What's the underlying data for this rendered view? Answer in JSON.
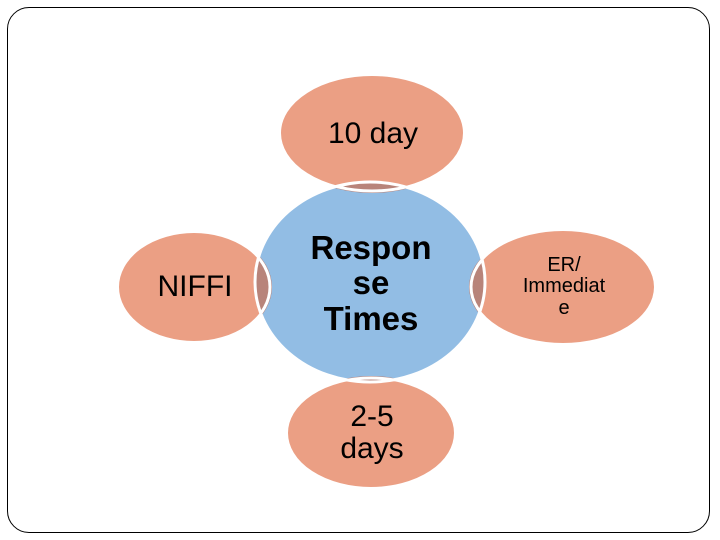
{
  "slide": {
    "frame": {
      "visible": true,
      "border_color": "#000000",
      "background": "#ffffff"
    }
  },
  "diagram": {
    "type": "radial-venn",
    "center": {
      "id": "center-node",
      "label": "Respon\nse\nTimes",
      "text_plain": "Response Times",
      "shape": "circle",
      "fill": "#92bde4",
      "outline": "#ffffff",
      "text_color": "#000000"
    },
    "satellites": [
      {
        "id": "top-node",
        "position": "top",
        "label": "10 day",
        "shape": "ellipse",
        "fill": "#eb9f84",
        "outline": "#ffffff",
        "text_color": "#000000"
      },
      {
        "id": "left-node",
        "position": "left",
        "label": "NIFFI",
        "shape": "ellipse",
        "fill": "#eb9f84",
        "outline": "#ffffff",
        "text_color": "#000000"
      },
      {
        "id": "right-node",
        "position": "right",
        "label": "ER/\nImmediat\ne",
        "text_plain": "ER/ Immediate",
        "shape": "ellipse",
        "fill": "#eb9f84",
        "outline": "#ffffff",
        "text_color": "#000000"
      },
      {
        "id": "bottom-node",
        "position": "bottom",
        "label": "2-5\ndays",
        "text_plain": "2-5 days",
        "shape": "ellipse",
        "fill": "#eb9f84",
        "outline": "#ffffff",
        "text_color": "#000000"
      }
    ],
    "overlap_fill": "#b8847a",
    "background": "#ffffff"
  }
}
